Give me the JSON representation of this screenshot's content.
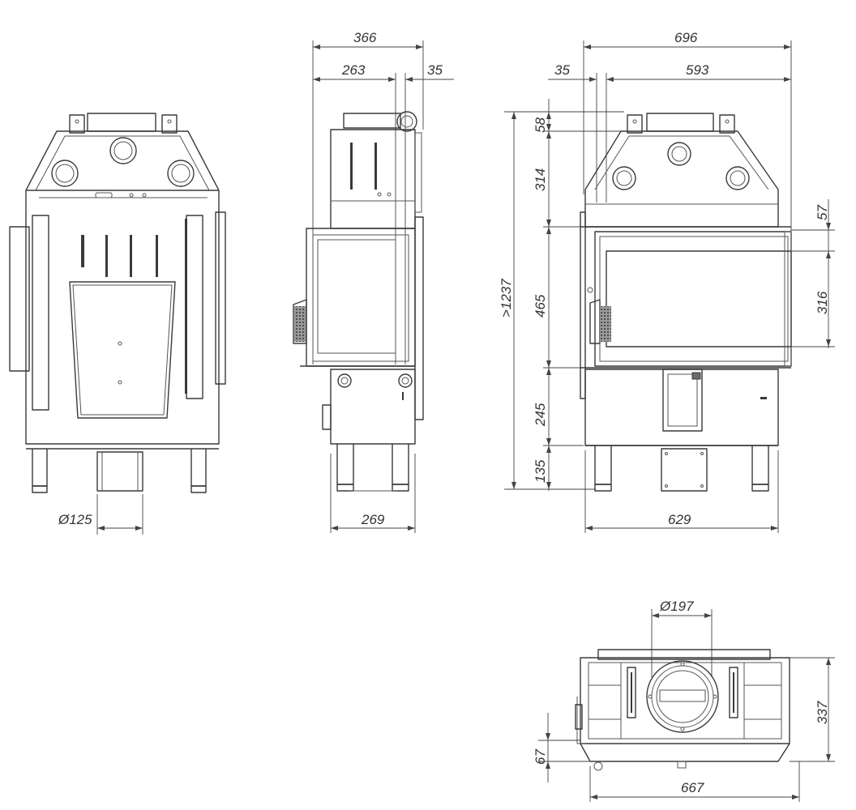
{
  "views": {
    "front": {
      "flue_diameter": "Ø125"
    },
    "side": {
      "depth_total": "366",
      "depth_body": "263",
      "depth_offset": "35",
      "base_width": "269"
    },
    "rear": {
      "width_total": "696",
      "width_offset": "35",
      "width_inner": "593",
      "height_total": ">1237",
      "h_top": "58",
      "h_hood": "314",
      "h_firebox": "465",
      "h_lower": "245",
      "h_legs": "135",
      "glass_offset": "57",
      "glass_height": "316",
      "base_width": "629"
    },
    "top": {
      "outlet_diameter": "Ø197",
      "depth": "337",
      "rim": "67",
      "width": "667"
    }
  }
}
